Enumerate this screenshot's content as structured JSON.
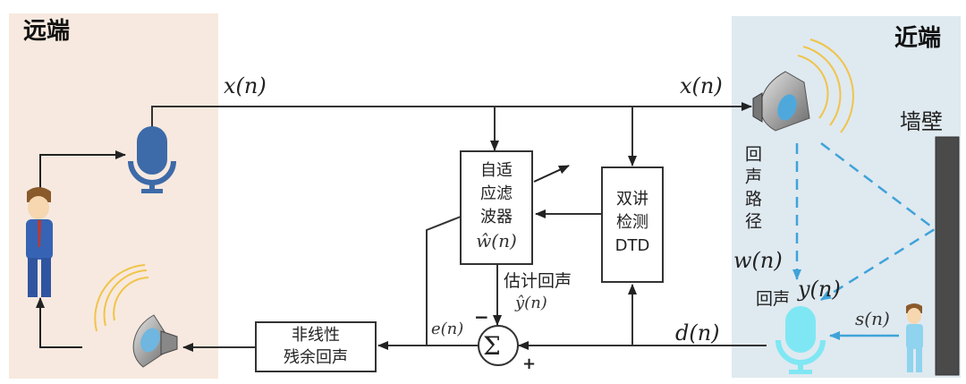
{
  "regions": {
    "far_end": {
      "label": "远端",
      "color": "#f7e9df"
    },
    "near_end": {
      "label": "近端",
      "color": "#dfe9f0"
    }
  },
  "signals": {
    "x_far": "x(n)",
    "x_near": "x(n)",
    "d": "d(n)",
    "e": "e(n)",
    "y_hat": "ŷ(n)",
    "y": "y(n)",
    "s": "s(n)",
    "w": "w(n)"
  },
  "blocks": {
    "adaptive_filter": {
      "lines": [
        "自适",
        "应滤",
        "波器"
      ],
      "param": "ŵ(n)"
    },
    "dtd": {
      "lines": [
        "双讲",
        "检测",
        "DTD"
      ]
    },
    "nonlinear": {
      "lines": [
        "非线性",
        "残余回声"
      ]
    },
    "sum": {
      "symbol": "Σ",
      "minus": "−",
      "plus": "+"
    }
  },
  "labels": {
    "estimated_echo": "估计回声",
    "echo_path": "回声路径",
    "echo": "回声",
    "wall": "墙壁"
  },
  "colors": {
    "line": "#333333",
    "far_mic": "#3d6aa8",
    "near_mic": "#7fe7f3",
    "echo_path": "#3fa3d9",
    "wall": "#4a4a4a",
    "sound_wave": "#f0c44a"
  }
}
